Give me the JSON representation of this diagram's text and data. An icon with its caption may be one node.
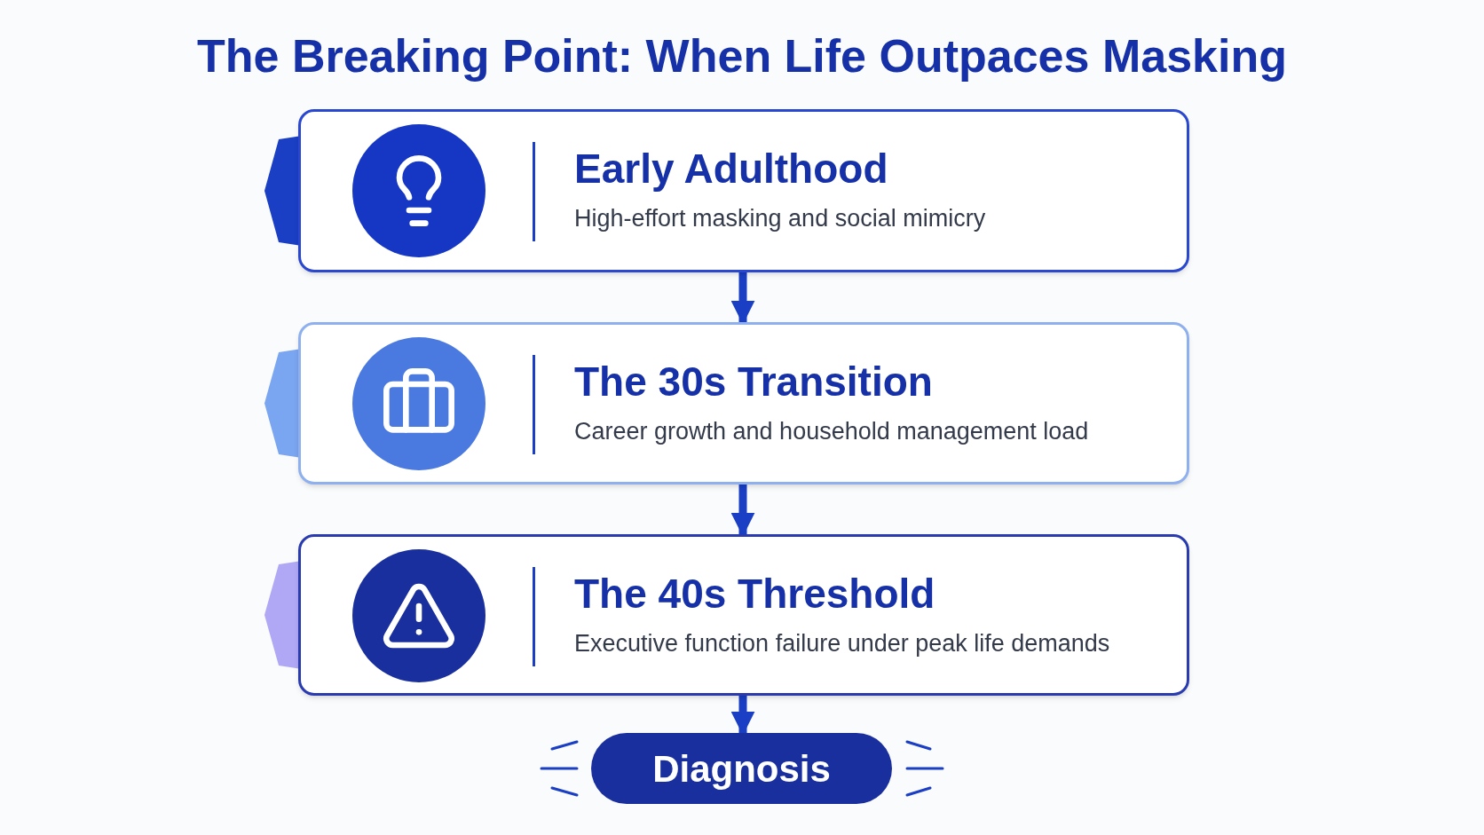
{
  "diagram": {
    "title": "The Breaking Point: When Life Outpaces Masking",
    "nodes": [
      {
        "text": [
          "Early Adulthood",
          "High-effort masking and social mimicry"
        ]
      },
      {
        "text": [
          "The 30s Transition",
          "Career growth and household management load"
        ]
      },
      {
        "text": [
          "The 40s Threshold",
          "Executive function failure under peak life demands"
        ]
      },
      {
        "text": [
          "Diagnosis"
        ]
      }
    ],
    "edges": [
      {
        "from": 0,
        "to": 1,
        "arrow": "to"
      },
      {
        "from": 1,
        "to": 2,
        "arrow": "to"
      },
      {
        "from": 2,
        "to": 3,
        "arrow": "to"
      }
    ]
  }
}
